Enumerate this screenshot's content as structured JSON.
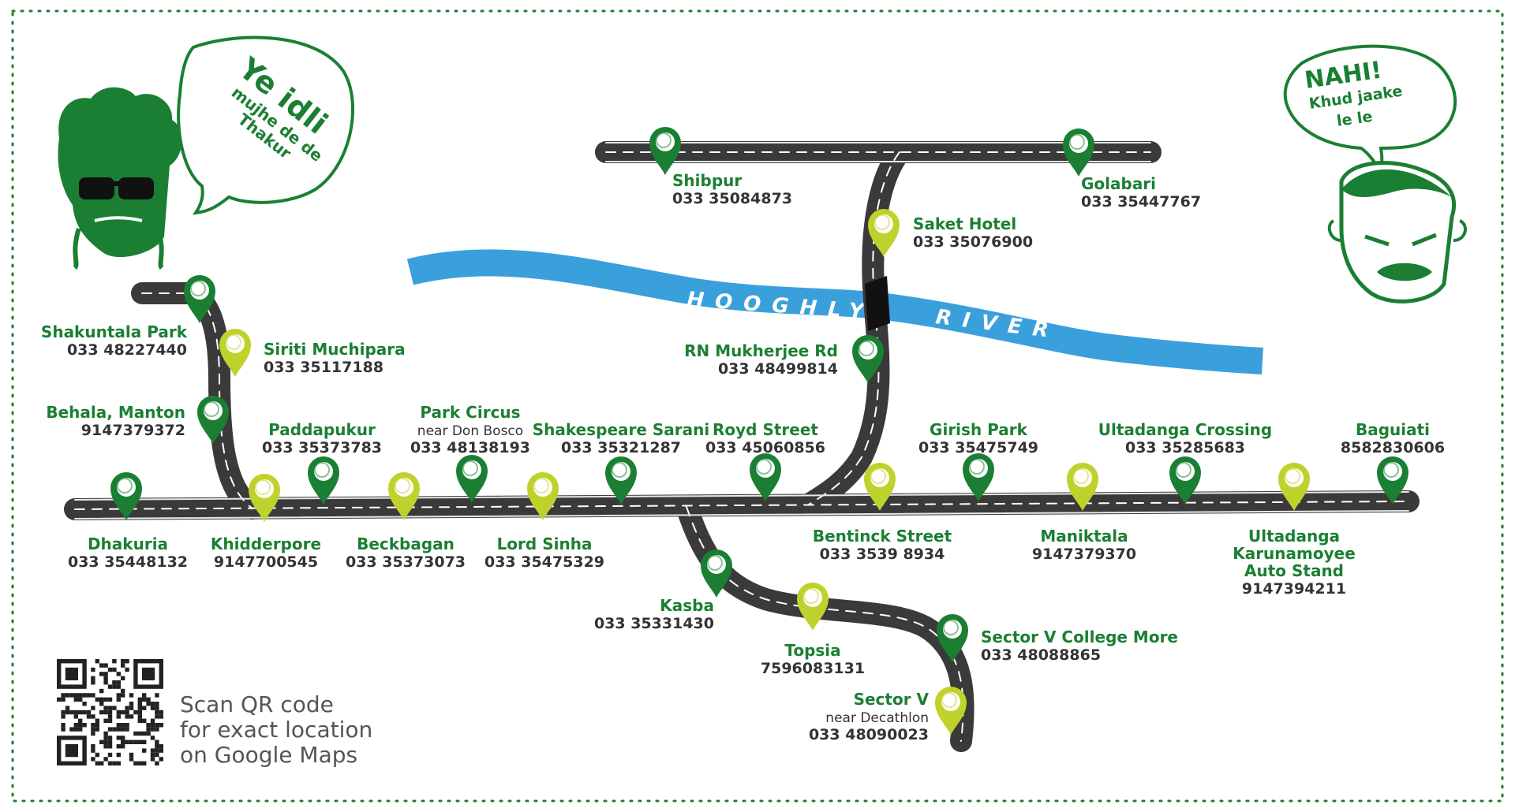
{
  "river": {
    "label_1": "HOOGHLY",
    "label_2": "RIVER"
  },
  "bubbles": {
    "left": {
      "line1": "Ye idli",
      "line2": "mujhe de de",
      "line3": "Thakur"
    },
    "right": {
      "line1": "NAHI!",
      "line2": "Khud jaake",
      "line3": "le le"
    }
  },
  "qr": {
    "caption": [
      "Scan QR code",
      "for exact location",
      "on Google Maps"
    ]
  },
  "colors": {
    "dark_green": "#1b7f33",
    "lime": "#bfd22b",
    "river": "#3aa0dc",
    "road": "#3a3a3a",
    "border": "#1b7f33"
  },
  "locations": [
    {
      "name": "Shibpur",
      "phone": "033 35084873",
      "pin": "green"
    },
    {
      "name": "Golabari",
      "phone": "033 35447767",
      "pin": "green"
    },
    {
      "name": "Saket Hotel",
      "phone": "033 35076900",
      "pin": "lime"
    },
    {
      "name": "RN Mukherjee Rd",
      "phone": "033 48499814",
      "pin": "green"
    },
    {
      "name": "Shakuntala Park",
      "phone": "033 48227440",
      "pin": "green"
    },
    {
      "name": "Siriti Muchipara",
      "phone": "033 35117188",
      "pin": "lime"
    },
    {
      "name": "Behala, Manton",
      "phone": "9147379372",
      "pin": "green"
    },
    {
      "name": "Paddapukur",
      "phone": "033 35373783",
      "pin": "green"
    },
    {
      "name": "Park Circus",
      "note": "near Don Bosco",
      "phone": "033 48138193",
      "pin": "green"
    },
    {
      "name": "Shakespeare Sarani",
      "phone": "033 35321287",
      "pin": "green"
    },
    {
      "name": "Royd Street",
      "phone": "033 45060856",
      "pin": "green"
    },
    {
      "name": "Girish Park",
      "phone": "033 35475749",
      "pin": "green"
    },
    {
      "name": "Ultadanga Crossing",
      "phone": "033 35285683",
      "pin": "green"
    },
    {
      "name": "Baguiati",
      "phone": "8582830606",
      "pin": "green"
    },
    {
      "name": "Dhakuria",
      "phone": "033 35448132",
      "pin": "green"
    },
    {
      "name": "Khidderpore",
      "phone": "9147700545",
      "pin": "lime"
    },
    {
      "name": "Beckbagan",
      "phone": "033 35373073",
      "pin": "lime"
    },
    {
      "name": "Lord Sinha",
      "phone": "033 35475329",
      "pin": "lime"
    },
    {
      "name": "Bentinck Street",
      "phone": "033 3539 8934",
      "pin": "lime"
    },
    {
      "name": "Maniktala",
      "phone": "9147379370",
      "pin": "lime"
    },
    {
      "name": "Ultadanga Karunamoyee Auto Stand",
      "name_lines": [
        "Ultadanga",
        "Karunamoyee",
        "Auto Stand"
      ],
      "phone": "9147394211",
      "pin": "lime"
    },
    {
      "name": "Kasba",
      "phone": "033 35331430",
      "pin": "green"
    },
    {
      "name": "Topsia",
      "phone": "7596083131",
      "pin": "lime"
    },
    {
      "name": "Sector V College More",
      "phone": "033 48088865",
      "pin": "green"
    },
    {
      "name": "Sector V",
      "note": "near Decathlon",
      "phone": "033 48090023",
      "pin": "lime"
    }
  ]
}
